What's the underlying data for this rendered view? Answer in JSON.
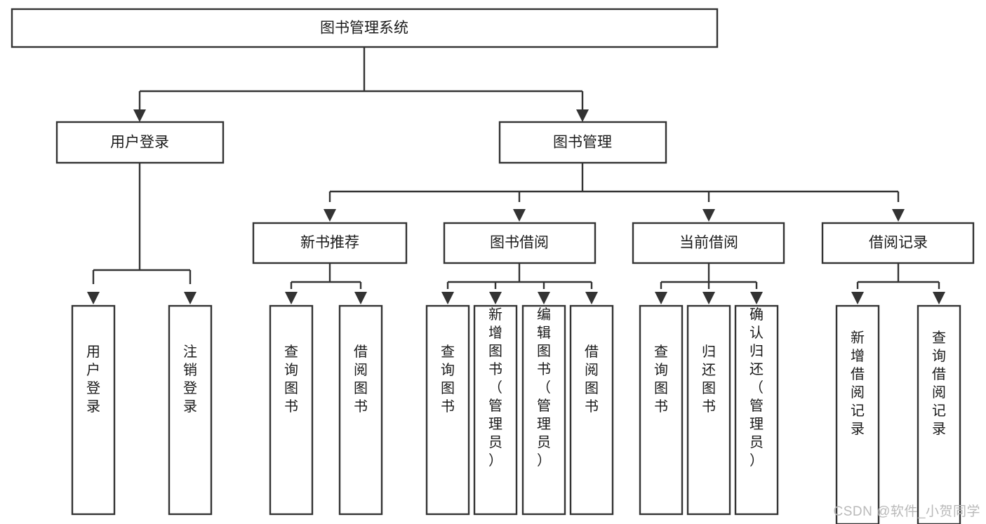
{
  "diagram": {
    "type": "tree",
    "title": "图书管理系统",
    "watermark": "CSDN @软件_小贺同学",
    "colors": {
      "box_fill": "#ffffff",
      "box_stroke": "#333333",
      "text": "#1a1a1a",
      "watermark": "#b9b9b9",
      "background": "#ffffff"
    },
    "levels": {
      "level0": "系统",
      "level1": "模块",
      "level2": "子模块",
      "level3": "功能"
    },
    "root": {
      "label": "图书管理系统"
    },
    "level1": [
      {
        "label": "用户登录"
      },
      {
        "label": "图书管理"
      }
    ],
    "level2": [
      {
        "label": "新书推荐"
      },
      {
        "label": "图书借阅"
      },
      {
        "label": "当前借阅"
      },
      {
        "label": "借阅记录"
      }
    ],
    "leaves": {
      "user_login": [
        {
          "label": "用户登录"
        },
        {
          "label": "注销登录"
        }
      ],
      "new_book_recommend": [
        {
          "label": "查询图书"
        },
        {
          "label": "借阅图书"
        }
      ],
      "book_borrow": [
        {
          "label": "查询图书"
        },
        {
          "label": "新增图书（管理员）"
        },
        {
          "label": "编辑图书（管理员）"
        },
        {
          "label": "借阅图书"
        }
      ],
      "current_borrow": [
        {
          "label": "查询图书"
        },
        {
          "label": "归还图书"
        },
        {
          "label": "确认归还（管理员）"
        }
      ],
      "borrow_record": [
        {
          "label": "新增借阅记录"
        },
        {
          "label": "查询借阅记录"
        }
      ]
    }
  }
}
